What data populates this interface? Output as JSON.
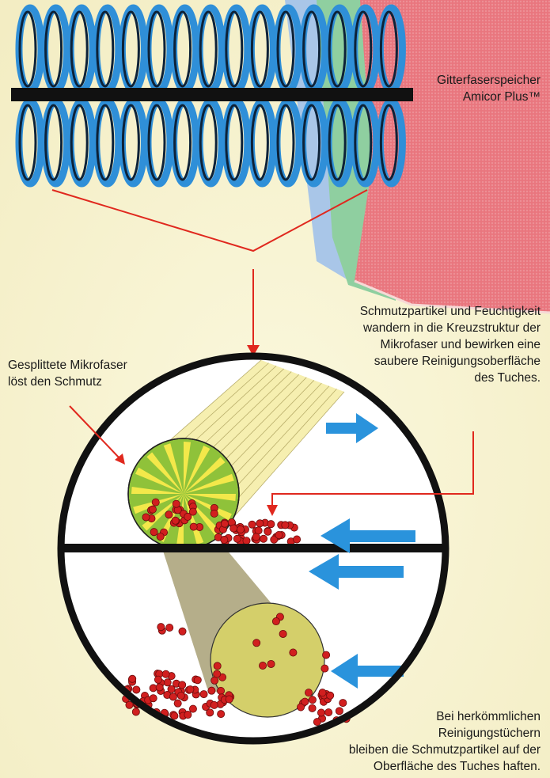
{
  "labels": {
    "grid_fiber": [
      "Gitterfaserspeicher",
      "Amicor Plus™"
    ],
    "moisture": [
      "Schmutzpartikel und Feuchtigkeit",
      "wandern in die Kreuzstruktur der",
      "Mikrofaser und bewirken eine",
      "saubere Reinigungsoberfläche",
      "des Tuches."
    ],
    "split_fiber": [
      "Gesplittete Mikrofaser",
      "löst den Schmutz"
    ],
    "conventional": [
      "Bei herkömmlichen",
      "Reinigungstüchern",
      "bleiben die Schmutzpartikel auf der",
      "Oberfläche des Tuches haften."
    ]
  },
  "colors": {
    "loop_blue": "#2f8fd8",
    "arrow_red": "#e0281e",
    "arrow_blue": "#2a93dc",
    "microfiber_green": "#8fc23a",
    "microfiber_yellow": "#f3e84a",
    "conventional_fiber": "#d4cf6a",
    "particle_red": "#d11f1f",
    "towel_pink": "#e9767e",
    "towel_green": "#8fcfa0",
    "towel_blue": "#a9c6e8",
    "background": "#f8f3cf"
  }
}
